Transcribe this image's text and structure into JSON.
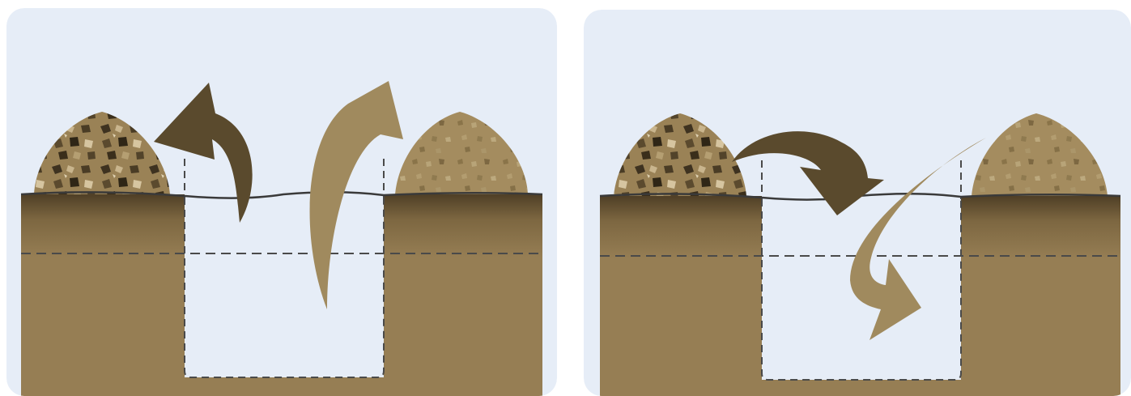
{
  "panels": [
    {
      "id": "dig",
      "arrows": [
        {
          "role": "topsoil-out",
          "color": "#5a4a2d"
        },
        {
          "role": "subsoil-out",
          "color": "#a08a5e"
        }
      ]
    },
    {
      "id": "backfill",
      "arrows": [
        {
          "role": "topsoil-in",
          "color": "#5a4a2d"
        },
        {
          "role": "subsoil-in",
          "color": "#a08a5e"
        }
      ]
    }
  ],
  "colors": {
    "sky": "#e6edf7",
    "soil": "#967e54",
    "topsoil_dark": "#5e4d30",
    "topsoil_pile": "#7a6646",
    "subsoil_pile": "#a08a5e",
    "hole": "#e6edf7",
    "dashed_line": "#4a4a4a",
    "ground_line": "#3a3a3a"
  }
}
